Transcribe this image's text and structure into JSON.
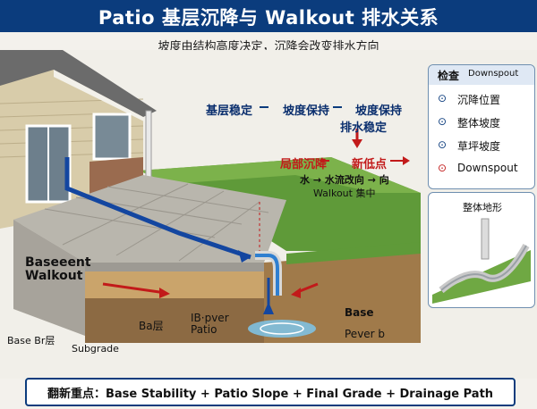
{
  "title": "Patio 基层沉降与 Walkout 排水关系",
  "subtitle": "坡度由结构高度决定，沉降会改变排水方向",
  "flow": {
    "line1": [
      "基层稳定",
      "坡度保持",
      "坡度保持"
    ],
    "line1b": "排水稳定",
    "line2": [
      "局部沉降",
      "新低点"
    ],
    "line3": "水 → 水流改向 → 向",
    "line4": "Walkout 集中"
  },
  "labels": {
    "basement": "Baseeent\nWalkout",
    "base_left": "Base Br层",
    "subgrade": "Subgrade",
    "ba_layer": "Ba层",
    "paver_patio": "IB·pver\nPatio",
    "base_right": "Base",
    "paver_right": "Pever b"
  },
  "checklist": {
    "head_title": "检查",
    "head_sub": "Downspout",
    "items": [
      "沉降位置",
      "整体坡度",
      "草坪坡度",
      "Downspout"
    ]
  },
  "terrain": {
    "title": "整体地形"
  },
  "bottom": "翻新重点：Base Stability + Patio Slope + Final Grade + Drainage Path",
  "colors": {
    "title_bg": "#0b3c7d",
    "accent_red": "#c21a1a",
    "flow_blue": "#0b3c7d"
  }
}
